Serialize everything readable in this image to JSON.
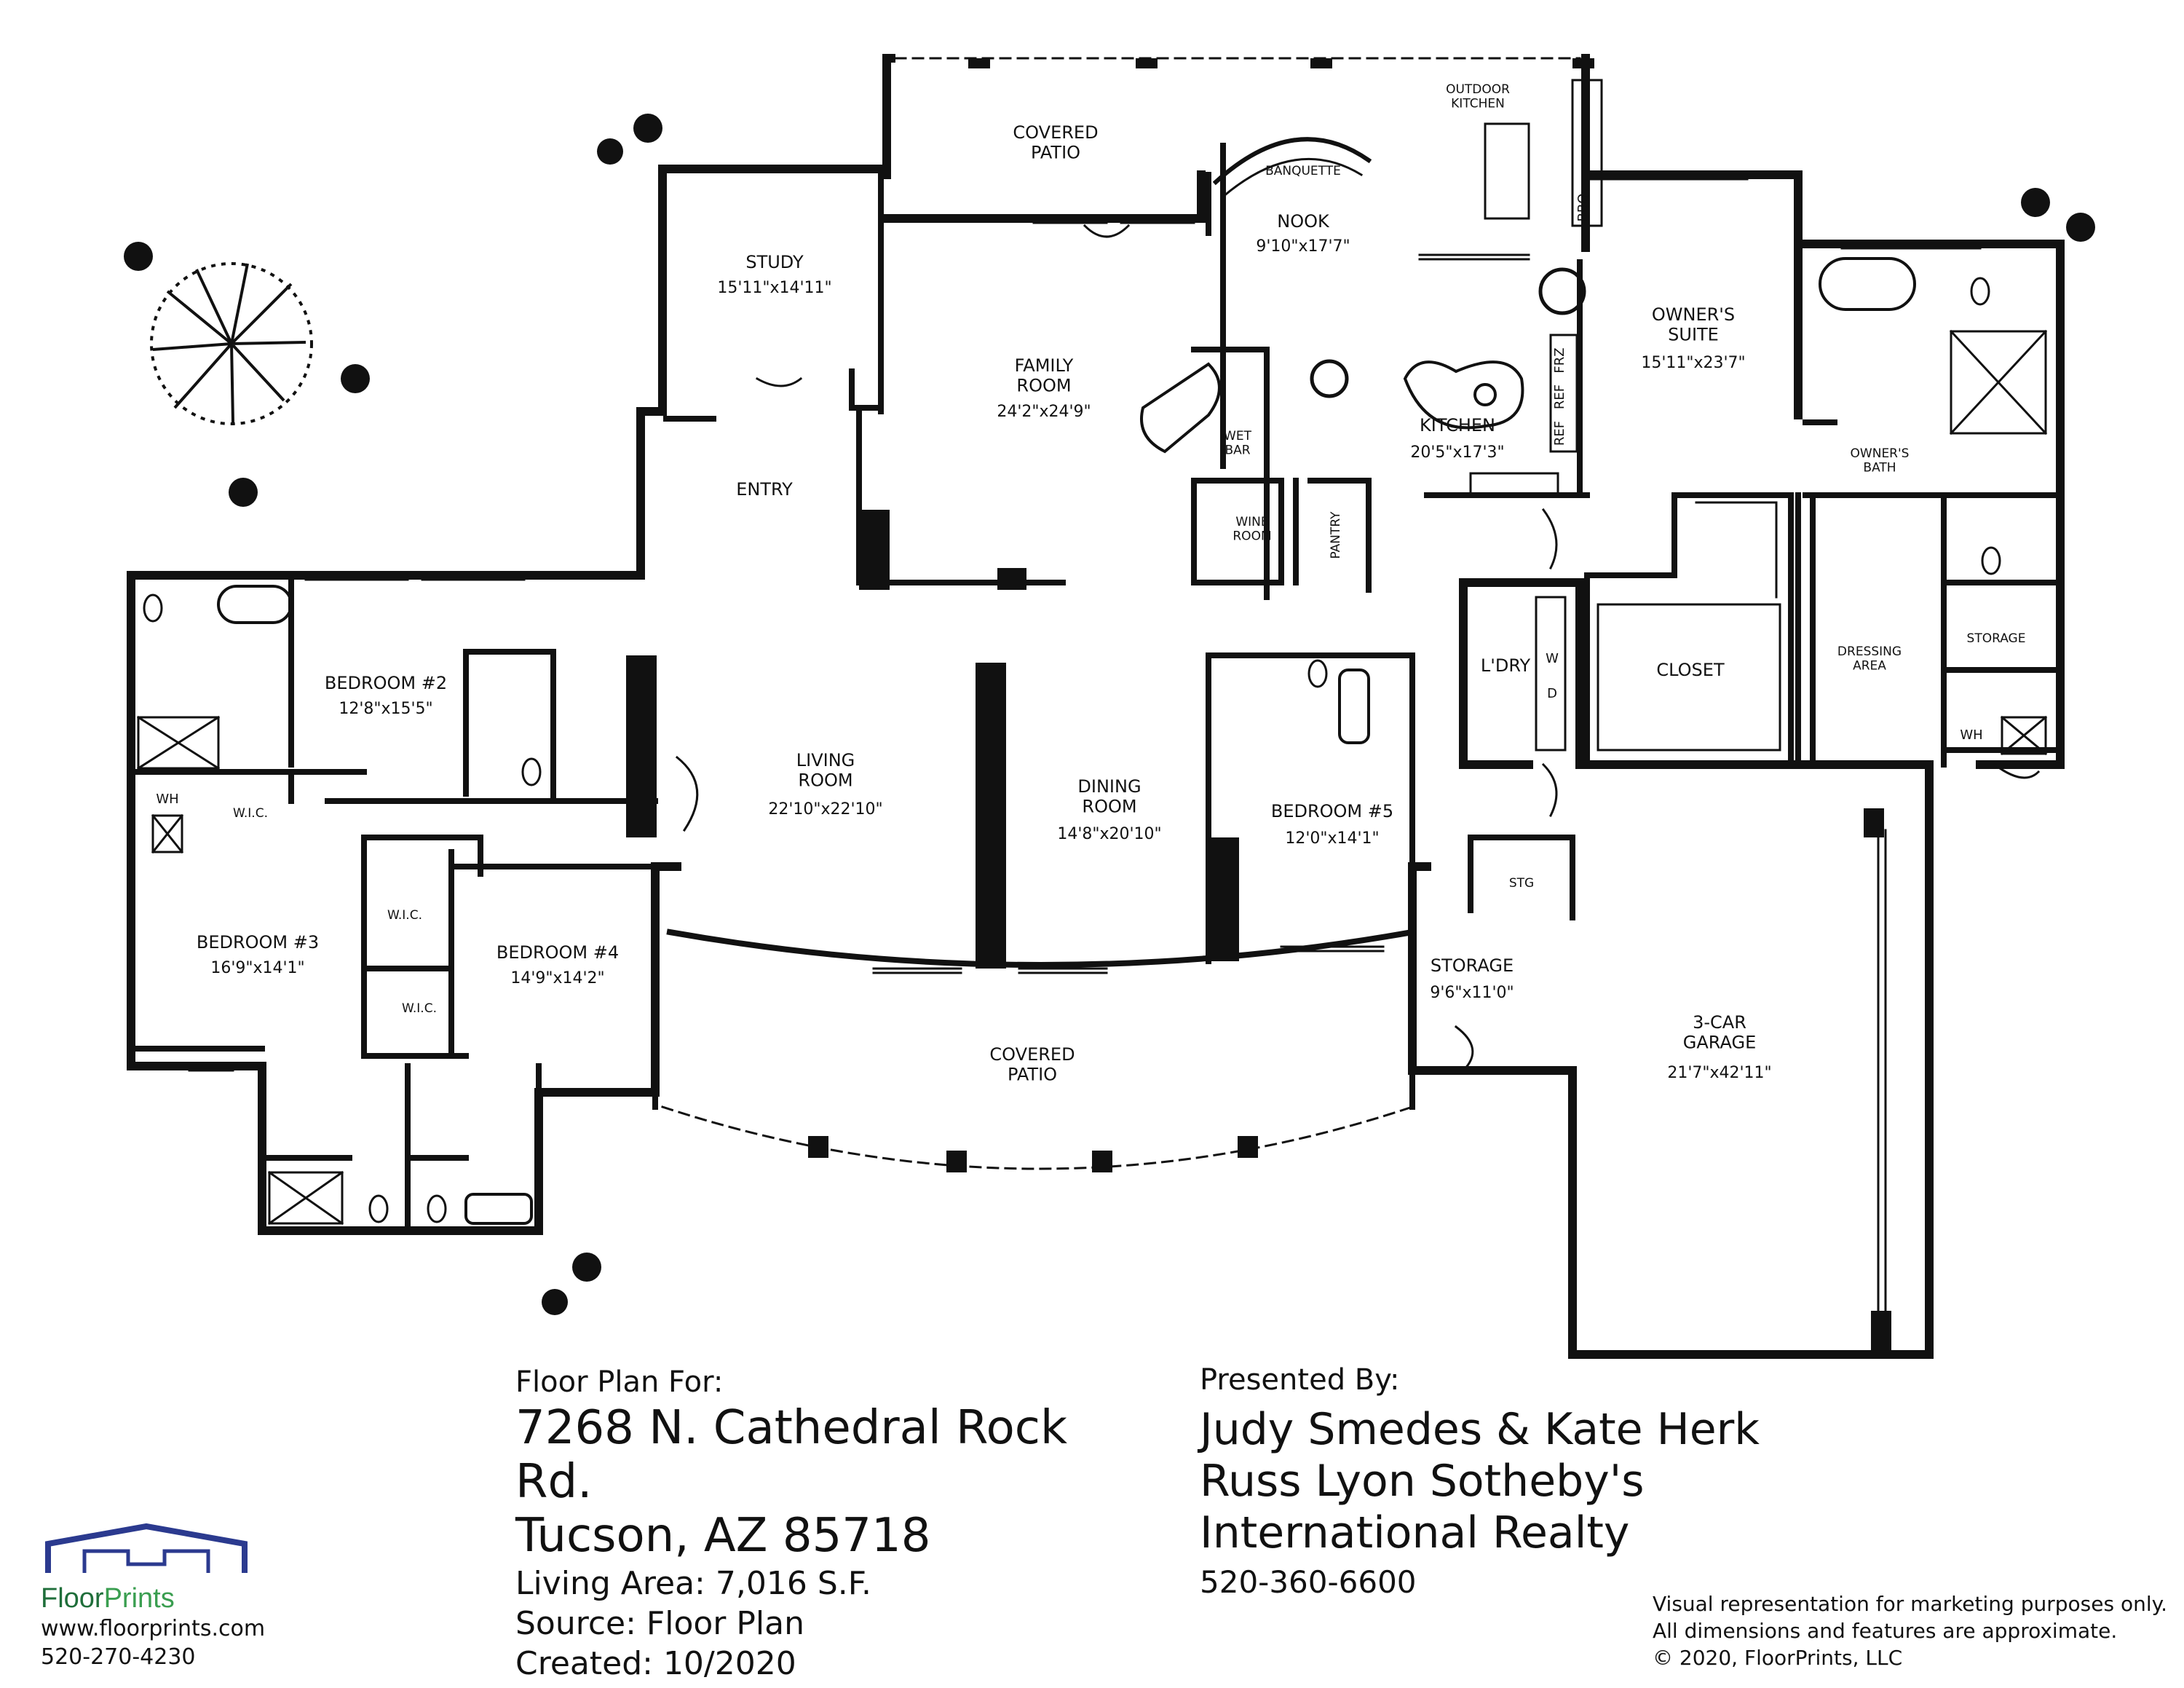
{
  "rooms": {
    "covered_patio_top": {
      "name": "COVERED\nPATIO"
    },
    "outdoor_kitchen": {
      "name": "OUTDOOR\nKITCHEN"
    },
    "banquette": {
      "name": "BANQUETTE"
    },
    "nook": {
      "name": "NOOK",
      "dims": "9'10\"x17'7\""
    },
    "study": {
      "name": "STUDY",
      "dims": "15'11\"x14'11\""
    },
    "family_room": {
      "name": "FAMILY\nROOM",
      "dims": "24'2\"x24'9\""
    },
    "owners_suite": {
      "name": "OWNER'S\nSUITE",
      "dims": "15'11\"x23'7\""
    },
    "wet_bar": {
      "name": "WET\nBAR"
    },
    "kitchen": {
      "name": "KITCHEN",
      "dims": "20'5\"x17'3\""
    },
    "entry": {
      "name": "ENTRY"
    },
    "wine_room": {
      "name": "WINE\nROOM"
    },
    "pantry": {
      "name": "PANTRY"
    },
    "owners_bath": {
      "name": "OWNER'S\nBATH"
    },
    "bedroom2": {
      "name": "BEDROOM #2",
      "dims": "12'8\"x15'5\""
    },
    "living_room": {
      "name": "LIVING\nROOM",
      "dims": "22'10\"x22'10\""
    },
    "dining_room": {
      "name": "DINING\nROOM",
      "dims": "14'8\"x20'10\""
    },
    "bedroom5": {
      "name": "BEDROOM #5",
      "dims": "12'0\"x14'1\""
    },
    "laundry": {
      "name": "L'DRY"
    },
    "closet": {
      "name": "CLOSET"
    },
    "dressing_area": {
      "name": "DRESSING\nAREA"
    },
    "storage_right": {
      "name": "STORAGE"
    },
    "wic_1": {
      "name": "W.I.C."
    },
    "wic_2": {
      "name": "W.I.C."
    },
    "wic_3": {
      "name": "W.I.C."
    },
    "bedroom3": {
      "name": "BEDROOM #3",
      "dims": "16'9\"x14'1\""
    },
    "bedroom4": {
      "name": "BEDROOM #4",
      "dims": "14'9\"x14'2\""
    },
    "stg": {
      "name": "STG"
    },
    "storage_garage": {
      "name": "STORAGE",
      "dims": "9'6\"x11'0\""
    },
    "garage": {
      "name": "3-CAR\nGARAGE",
      "dims": "21'7\"x42'11\""
    },
    "covered_patio_bottom": {
      "name": "COVERED\nPATIO"
    }
  },
  "fixtures": {
    "frz": "FRZ",
    "ref1": "REF",
    "ref2": "REF",
    "bbq": "BBQ",
    "wh1": "WH",
    "wh2": "WH",
    "washer": "W",
    "dryer": "D"
  },
  "floor_plan_for": {
    "label": "Floor Plan For:",
    "address_line1": "7268 N. Cathedral Rock Rd.",
    "address_line2": "Tucson, AZ  85718",
    "living_area": "Living Area:  7,016 S.F.",
    "source": "Source:  Floor Plan",
    "created": "Created:  10/2020"
  },
  "presented_by": {
    "label": "Presented By:",
    "agents": "Judy Smedes & Kate Herk",
    "brokerage_line1": "Russ Lyon Sotheby's",
    "brokerage_line2": "International Realty",
    "phone": "520-360-6600"
  },
  "floorprints": {
    "brand_floor": "Floor",
    "brand_prints": "Prints",
    "website": "www.floorprints.com",
    "phone": "520-270-4230"
  },
  "disclaimer": {
    "line1": "Visual representation for marketing purposes only.",
    "line2": "All dimensions and features are approximate.",
    "line3": "© 2020, FloorPrints, LLC"
  },
  "colors": {
    "wall": "#111111",
    "logo_blue": "#2b3a8f",
    "logo_green": "#3a9e50"
  }
}
